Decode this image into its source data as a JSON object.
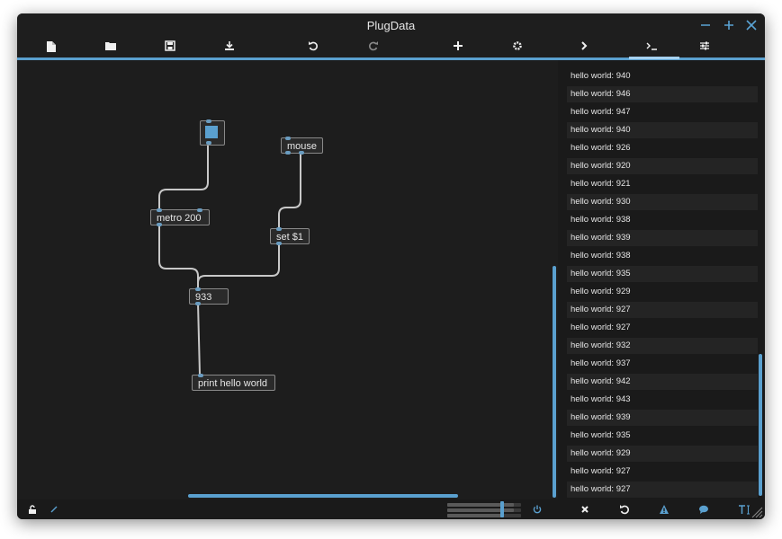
{
  "window": {
    "title": "PlugData"
  },
  "window_controls": [
    "minimize",
    "maximize",
    "close"
  ],
  "toolbar": {
    "buttons": [
      "new-file-icon",
      "open-folder-icon",
      "save-icon",
      "save-as-icon",
      "undo-icon",
      "redo-icon",
      "add-object-icon",
      "settings-icon",
      "show-sidebar-icon",
      "console-tab-icon",
      "inspector-tab-icon"
    ]
  },
  "patch": {
    "nodes": {
      "mouse": "mouse",
      "metro": "metro 200",
      "set": "set $1",
      "number": "933",
      "print": "print hello world"
    }
  },
  "console": {
    "messages": [
      "hello world: 940",
      "hello world: 946",
      "hello world: 947",
      "hello world: 940",
      "hello world: 926",
      "hello world: 920",
      "hello world: 921",
      "hello world: 930",
      "hello world: 938",
      "hello world: 939",
      "hello world: 938",
      "hello world: 935",
      "hello world: 929",
      "hello world: 927",
      "hello world: 927",
      "hello world: 932",
      "hello world: 937",
      "hello world: 942",
      "hello world: 943",
      "hello world: 939",
      "hello world: 935",
      "hello world: 929",
      "hello world: 927",
      "hello world: 927"
    ]
  },
  "colors": {
    "accent": "#5aa0cf",
    "background": "#1d1d1d",
    "text": "#e6e6e6"
  }
}
